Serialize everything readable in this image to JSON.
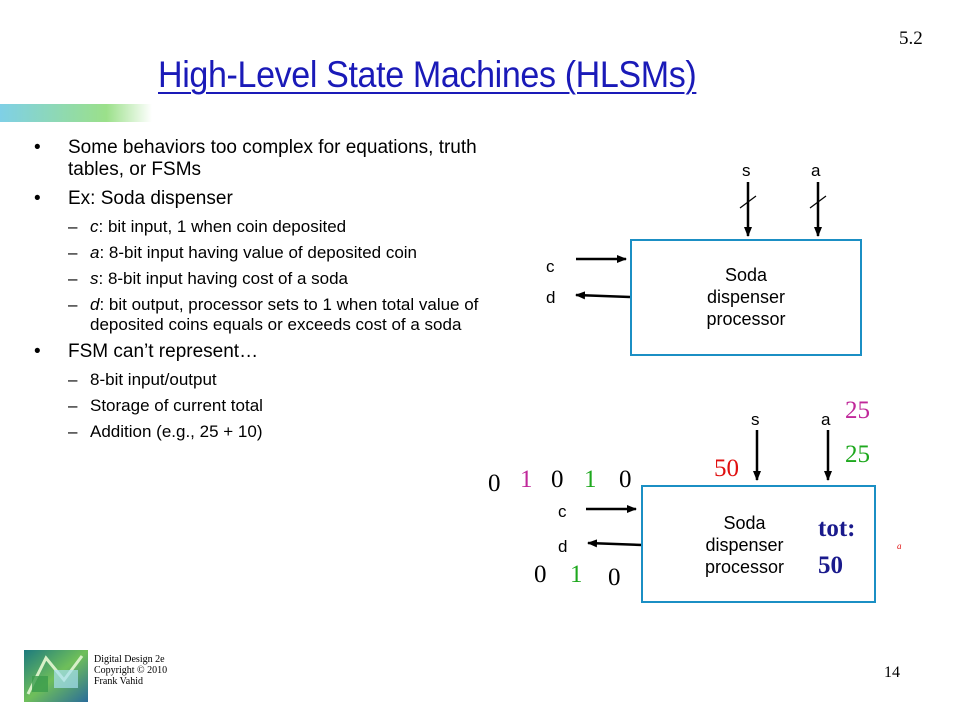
{
  "slide": {
    "section": "5.2",
    "title": "High-Level State Machines (HLSMs)",
    "page_number": "14",
    "footer": [
      "Digital Design 2e",
      "Copyright © 2010",
      "Frank Vahid"
    ]
  },
  "bullets": {
    "b1": "Some behaviors too complex for equations, truth tables, or FSMs",
    "b2": "Ex: Soda dispenser",
    "b2_subs": [
      {
        "var": "c",
        "text": ": bit input, 1 when coin deposited"
      },
      {
        "var": "a",
        "text": ": 8-bit input having value of deposited coin"
      },
      {
        "var": "s",
        "text": ": 8-bit input having cost of a soda"
      },
      {
        "var": "d",
        "text": ": bit output, processor sets to 1 when total value of deposited coins equals or exceeds cost of a soda"
      }
    ],
    "b3": "FSM can’t represent…",
    "b3_subs": [
      "8-bit input/output",
      "Storage of current total",
      "Addition (e.g., 25 + 10)"
    ],
    "bullet_mark": "•",
    "dash_mark": "–"
  },
  "diagram_top": {
    "proc_label": [
      "Soda",
      "dispenser",
      "processor"
    ],
    "sig_s": "s",
    "sig_a": "a",
    "sig_c": "c",
    "sig_d": "d"
  },
  "diagram_bottom": {
    "proc_label": [
      "Soda",
      "dispenser",
      "processor"
    ],
    "sig_s": "s",
    "sig_a": "a",
    "sig_c": "c",
    "sig_d": "d",
    "c_seq": [
      "0",
      "1",
      "0",
      "1",
      "0"
    ],
    "d_seq": [
      "0",
      "1",
      "0"
    ],
    "s_value": "50",
    "a_values": [
      "25",
      "25"
    ],
    "tot_label": "tot:",
    "tot_value": "50",
    "small_mark": "a"
  },
  "colors": {
    "title": "#1a1ab8",
    "box_border": "#1b8fc4",
    "red": "#e01010",
    "magenta": "#c0289a",
    "green": "#1ea81e",
    "navy": "#1a1a8c"
  }
}
